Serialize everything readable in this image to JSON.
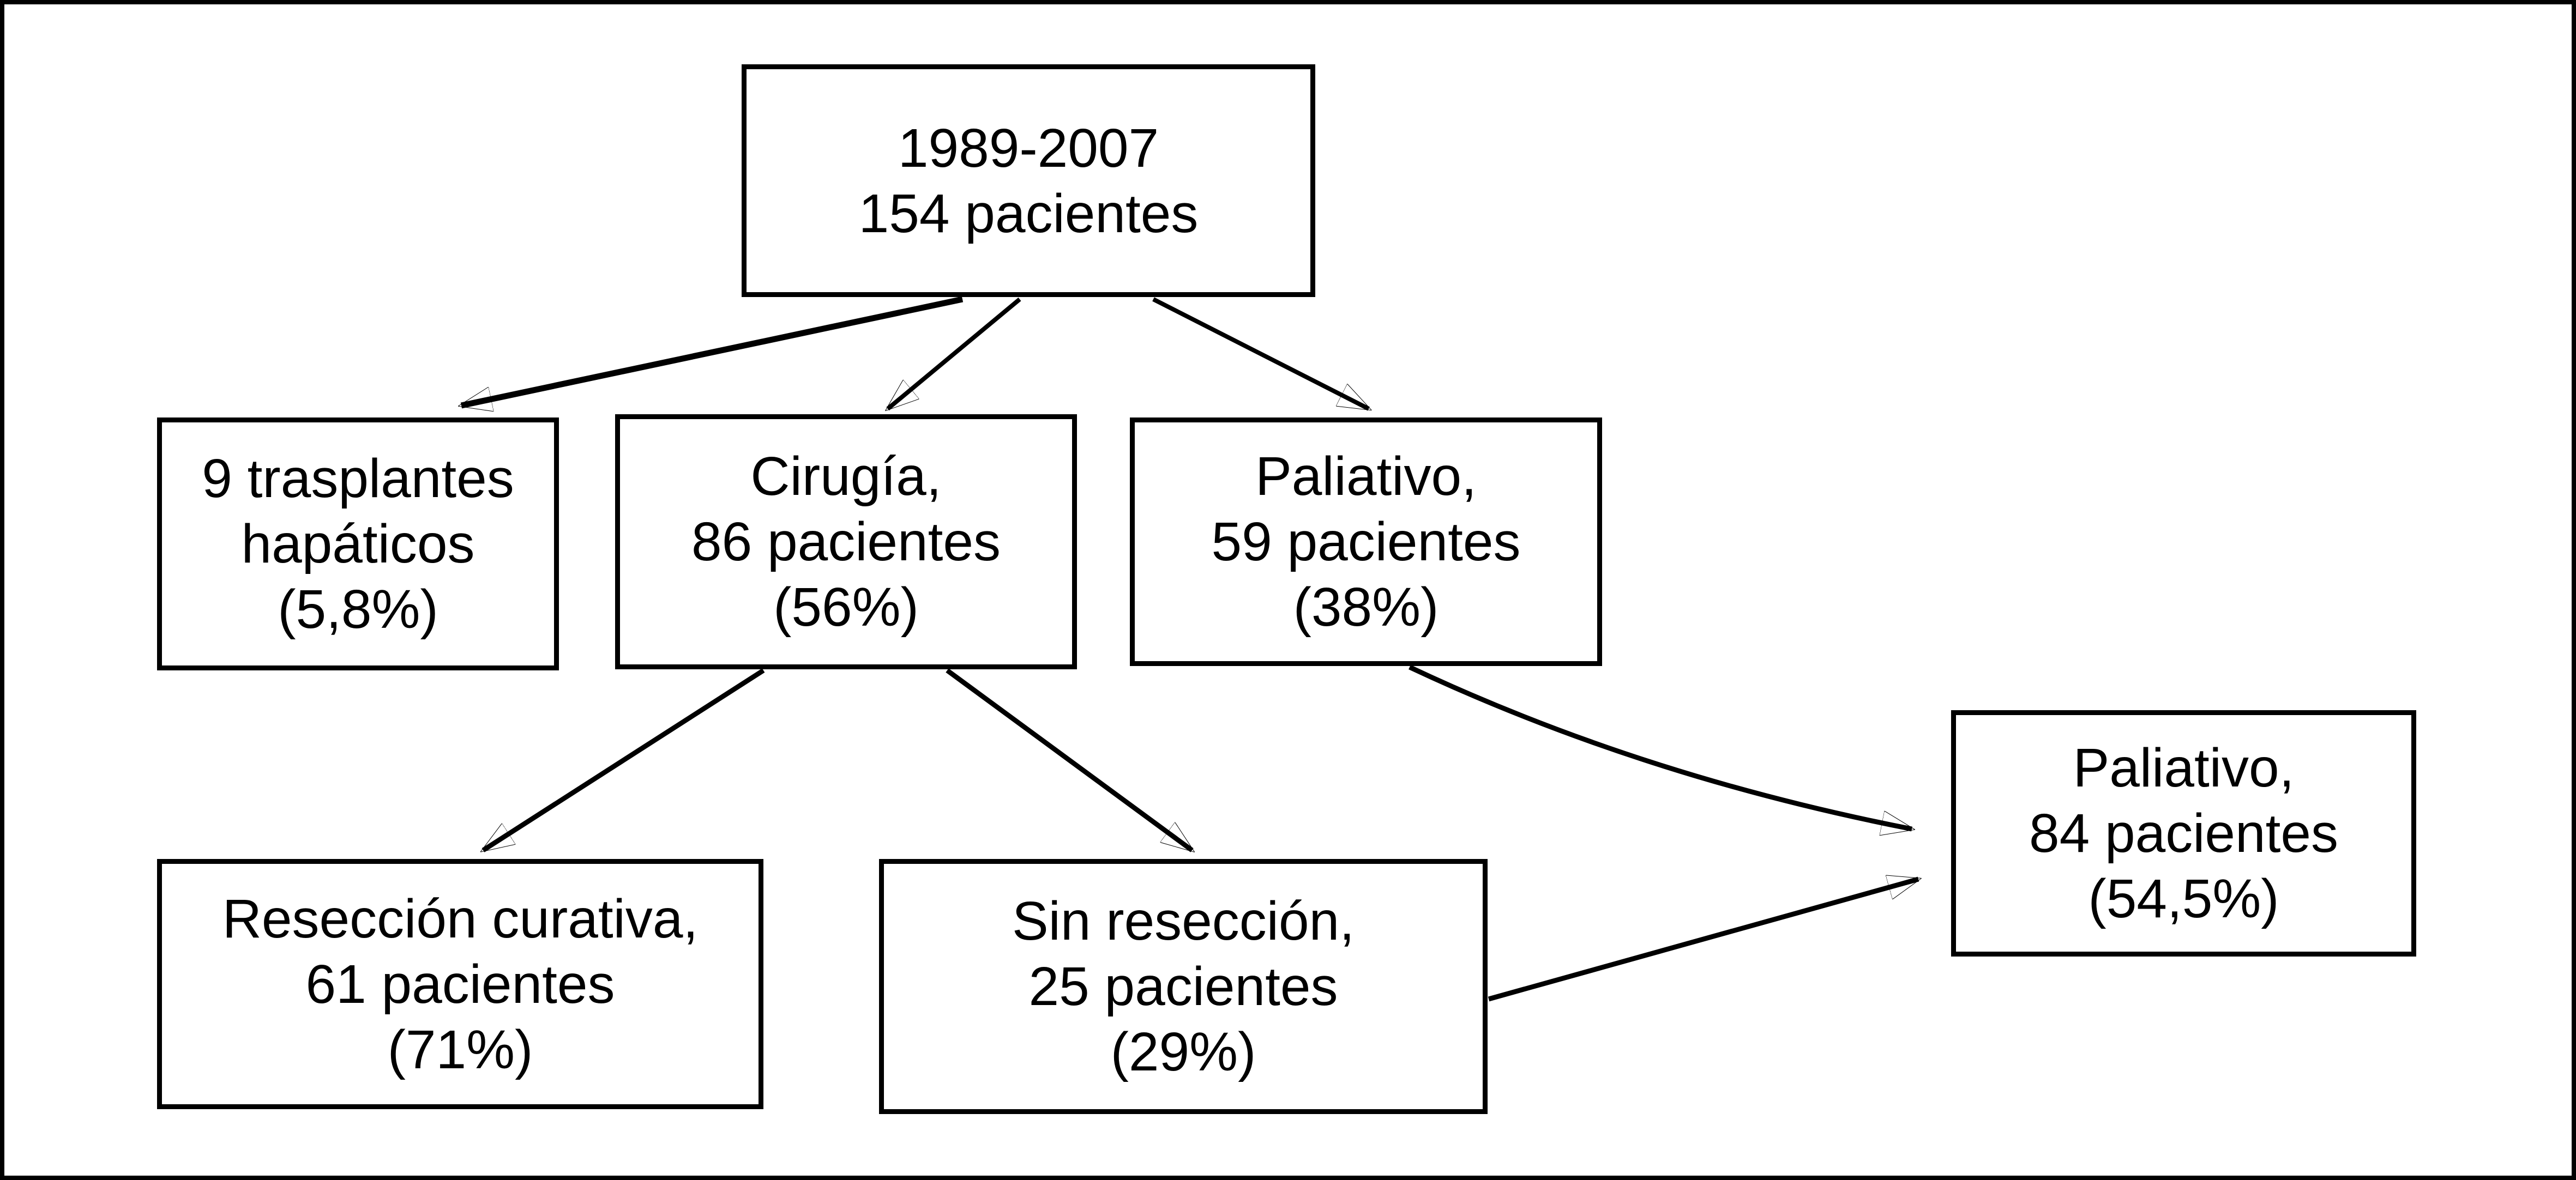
{
  "figure_type": "flowchart",
  "language": "es",
  "colors": {
    "ink": "#000000",
    "background": "#ffffff"
  },
  "nodes": {
    "root": {
      "lines": [
        "1989-2007",
        "154 pacientes"
      ]
    },
    "transplants": {
      "lines": [
        "9 trasplantes",
        "hapáticos",
        "(5,8%)"
      ]
    },
    "surgery": {
      "lines": [
        "Cirugía,",
        "86 pacientes",
        "(56%)"
      ]
    },
    "palliative_59": {
      "lines": [
        "Paliativo,",
        "59 pacientes",
        "(38%)"
      ]
    },
    "curative_resection": {
      "lines": [
        "Resección curativa,",
        "61 pacientes",
        "(71%)"
      ]
    },
    "no_resection": {
      "lines": [
        "Sin resección,",
        "25 pacientes",
        "(29%)"
      ]
    },
    "palliative_84": {
      "lines": [
        "Paliativo,",
        "84 pacientes",
        "(54,5%)"
      ]
    }
  },
  "edges": [
    {
      "from": "root",
      "to": "transplants"
    },
    {
      "from": "root",
      "to": "surgery"
    },
    {
      "from": "root",
      "to": "palliative_59"
    },
    {
      "from": "surgery",
      "to": "curative_resection"
    },
    {
      "from": "surgery",
      "to": "no_resection"
    },
    {
      "from": "palliative_59",
      "to": "palliative_84"
    },
    {
      "from": "no_resection",
      "to": "palliative_84"
    }
  ]
}
